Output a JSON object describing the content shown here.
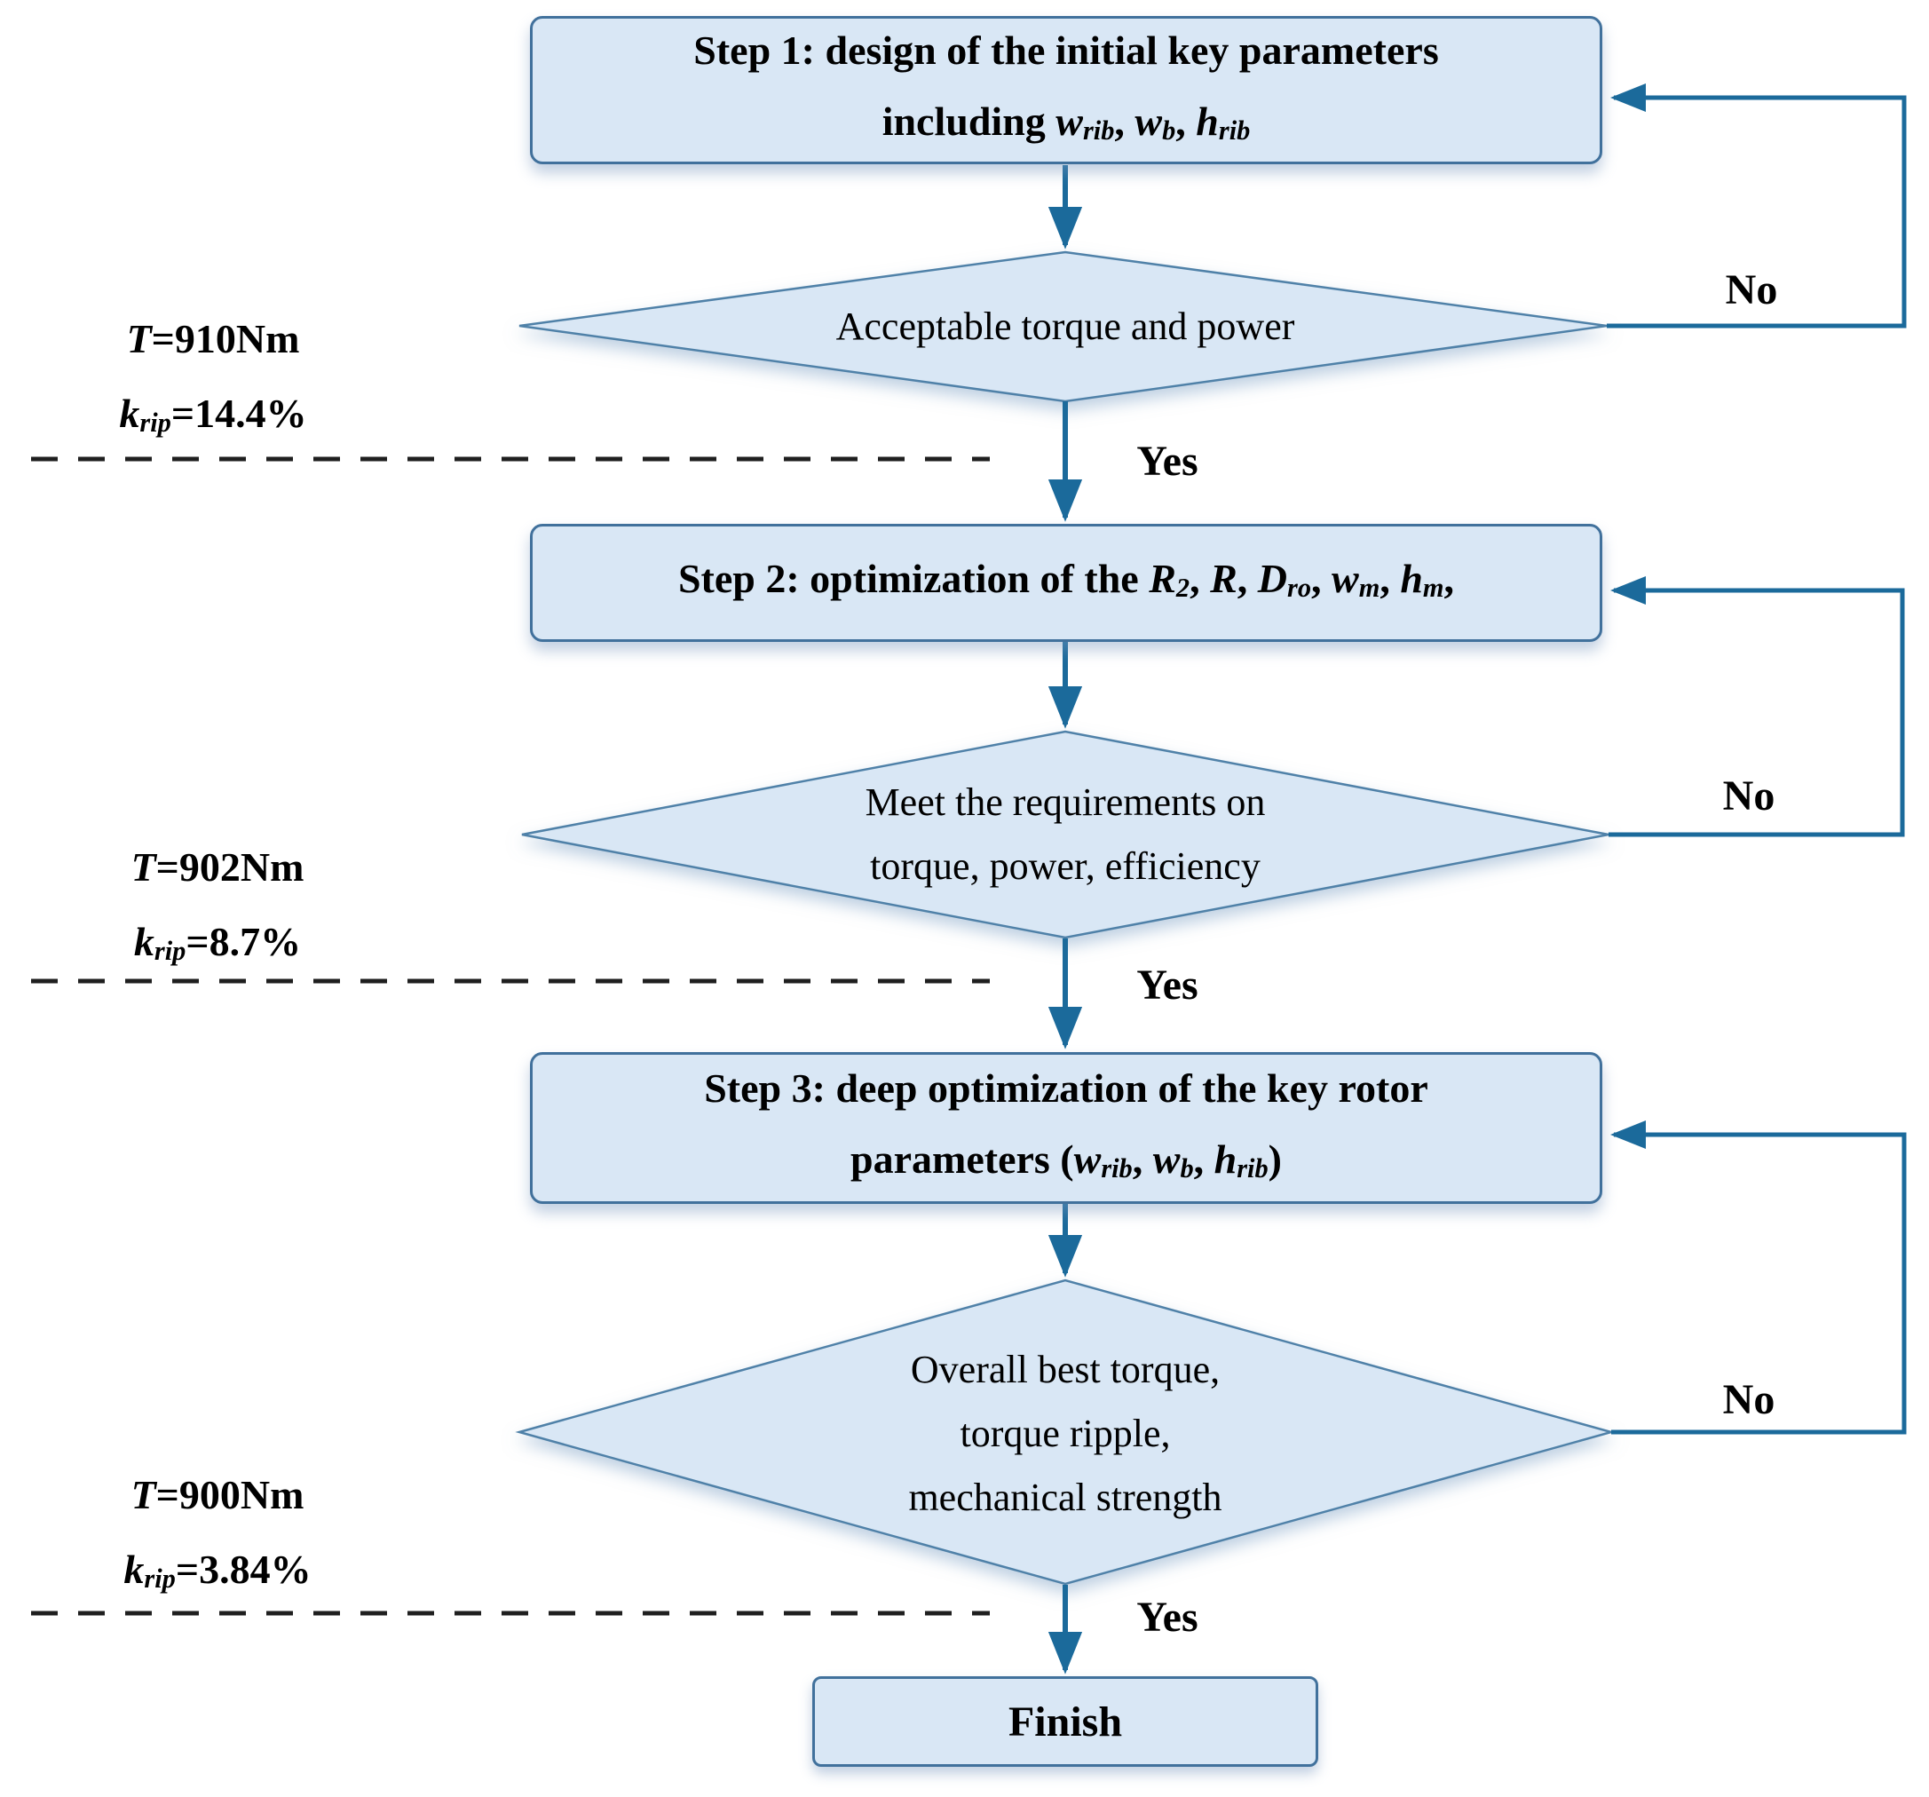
{
  "colors": {
    "shape_fill": "#d9e7f5",
    "box_border": "#41719c",
    "diamond_border": "#4f81a8",
    "connector": "#1b6a9b",
    "dash": "#1f1f1f",
    "text": "#000000"
  },
  "flow": {
    "steps": [
      {
        "title": [
          {
            "t": "Step 1: design of the initial key parameters"
          },
          {
            "br": true
          },
          {
            "t": "including "
          },
          {
            "t": "w",
            "i": true
          },
          {
            "t": "rib",
            "i": true,
            "sub": true
          },
          {
            "t": ", "
          },
          {
            "t": "w",
            "i": true
          },
          {
            "t": "b",
            "i": true,
            "sub": true
          },
          {
            "t": ", "
          },
          {
            "t": "h",
            "i": true
          },
          {
            "t": "rib",
            "i": true,
            "sub": true
          }
        ]
      },
      {
        "title": [
          {
            "t": "Step 2: optimization of the "
          },
          {
            "t": "R",
            "i": true
          },
          {
            "t": "2",
            "i": true,
            "sub": true
          },
          {
            "t": ", "
          },
          {
            "t": "R",
            "i": true
          },
          {
            "t": ", "
          },
          {
            "t": "D",
            "i": true
          },
          {
            "t": "ro",
            "i": true,
            "sub": true
          },
          {
            "t": ", "
          },
          {
            "t": "w",
            "i": true
          },
          {
            "t": "m",
            "i": true,
            "sub": true
          },
          {
            "t": ", "
          },
          {
            "t": "h",
            "i": true
          },
          {
            "t": "m",
            "i": true,
            "sub": true
          },
          {
            "t": ","
          }
        ]
      },
      {
        "title": [
          {
            "t": "Step 3: deep optimization of the key rotor"
          },
          {
            "br": true
          },
          {
            "t": "parameters ("
          },
          {
            "t": "w",
            "i": true
          },
          {
            "t": "rib",
            "i": true,
            "sub": true
          },
          {
            "t": ", "
          },
          {
            "t": "w",
            "i": true
          },
          {
            "t": "b",
            "i": true,
            "sub": true
          },
          {
            "t": ", "
          },
          {
            "t": "h",
            "i": true
          },
          {
            "t": "rib",
            "i": true,
            "sub": true
          },
          {
            "t": ")"
          }
        ]
      }
    ],
    "decisions": [
      {
        "lines": [
          "Acceptable torque and power"
        ]
      },
      {
        "lines": [
          "Meet the requirements on",
          "torque, power, efficiency"
        ]
      },
      {
        "lines": [
          "Overall best torque,",
          "torque ripple,",
          "mechanical strength"
        ]
      }
    ],
    "terminal": {
      "label": "Finish"
    },
    "edges": {
      "yes": "Yes",
      "no": "No"
    },
    "annotations": [
      {
        "lines": [
          [
            {
              "t": "T",
              "i": true
            },
            {
              "t": "=910Nm"
            }
          ],
          [
            {
              "t": "k",
              "i": true
            },
            {
              "t": "rip",
              "i": true,
              "sub": true
            },
            {
              "t": "=14.4%"
            }
          ]
        ]
      },
      {
        "lines": [
          [
            {
              "t": "T",
              "i": true
            },
            {
              "t": "=902Nm"
            }
          ],
          [
            {
              "t": "k",
              "i": true
            },
            {
              "t": "rip",
              "i": true,
              "sub": true
            },
            {
              "t": "=8.7%"
            }
          ]
        ]
      },
      {
        "lines": [
          [
            {
              "t": "T",
              "i": true
            },
            {
              "t": "=900Nm"
            }
          ],
          [
            {
              "t": "k",
              "i": true
            },
            {
              "t": "rip",
              "i": true,
              "sub": true
            },
            {
              "t": "=3.84%"
            }
          ]
        ]
      }
    ]
  }
}
